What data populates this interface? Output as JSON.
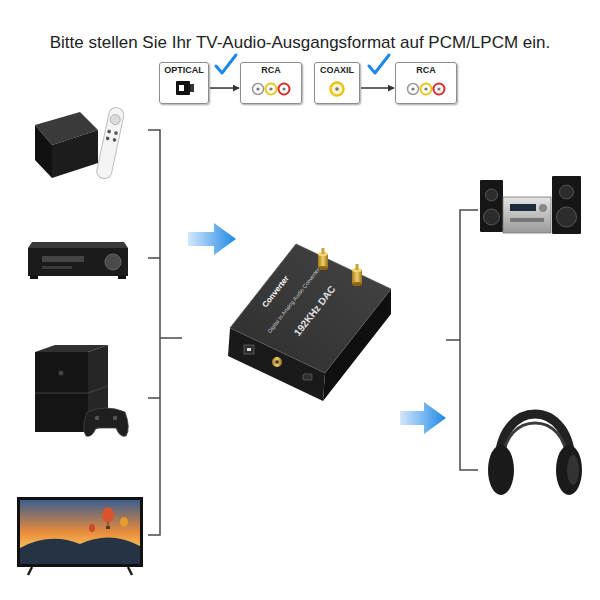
{
  "diagram": {
    "title": "Bitte stellen Sie Ihr TV-Audio-Ausgangsformat auf PCM/LPCM ein.",
    "nodes": [
      {
        "text": [
          "OPTICAL"
        ]
      },
      {
        "text": [
          "RCA"
        ]
      },
      {
        "text": [
          "COAXIL"
        ]
      },
      {
        "text": [
          "RCA"
        ]
      }
    ],
    "edges": [
      {
        "from": 0,
        "to": 1,
        "arrow": "to"
      },
      {
        "from": 2,
        "to": 3,
        "arrow": "to"
      }
    ],
    "labels": [
      "Converter",
      "Digital to Analog Audio Converter",
      "192KHz DAC"
    ]
  }
}
